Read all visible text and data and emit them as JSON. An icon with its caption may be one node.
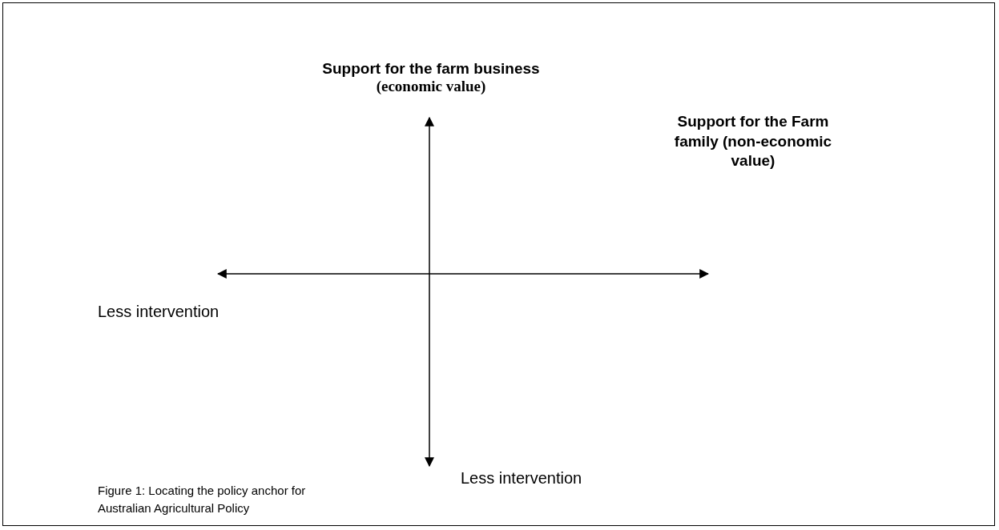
{
  "diagram": {
    "caption": "Figure 1: Locating the policy anchor for Australian Agricultural Policy",
    "labels": [
      "Support for the farm business",
      "(economic value)",
      "Support for the Farm family (non-economic value)",
      "Less intervention",
      "Less intervention"
    ]
  }
}
